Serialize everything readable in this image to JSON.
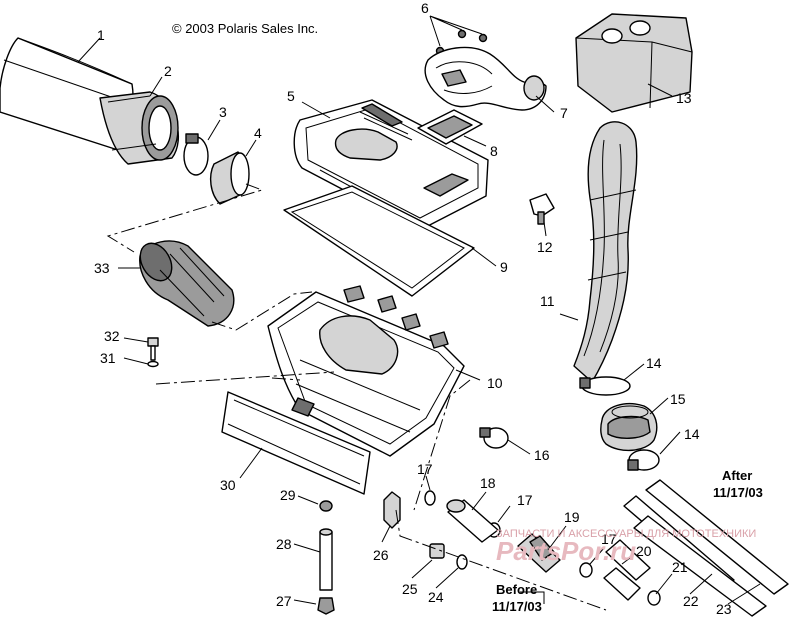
{
  "copyright": "© 2003 Polaris Sales Inc.",
  "callouts": {
    "p1": "1",
    "p2": "2",
    "p3": "3",
    "p4": "4",
    "p5": "5",
    "p6": "6",
    "p7": "7",
    "p8": "8",
    "p9": "9",
    "p10": "10",
    "p11": "11",
    "p12": "12",
    "p13": "13",
    "p14a": "14",
    "p14b": "14",
    "p15": "15",
    "p16": "16",
    "p17a": "17",
    "p17b": "17",
    "p17c": "17",
    "p18": "18",
    "p19": "19",
    "p20": "20",
    "p21": "21",
    "p22": "22",
    "p23": "23",
    "p24": "24",
    "p25": "25",
    "p26": "26",
    "p27": "27",
    "p28": "28",
    "p29": "29",
    "p30": "30",
    "p31": "31",
    "p32": "32",
    "p33": "33"
  },
  "notes": {
    "after_label": "After",
    "after_date": "11/17/03",
    "before_label": "Before",
    "before_date": "11/17/03"
  },
  "watermark": {
    "small": "ЗАПЧАСТИ И АКСЕССУАРЫ ДЛЯ МОТОТЕХНИКИ",
    "big": "PartsPor.ru"
  }
}
